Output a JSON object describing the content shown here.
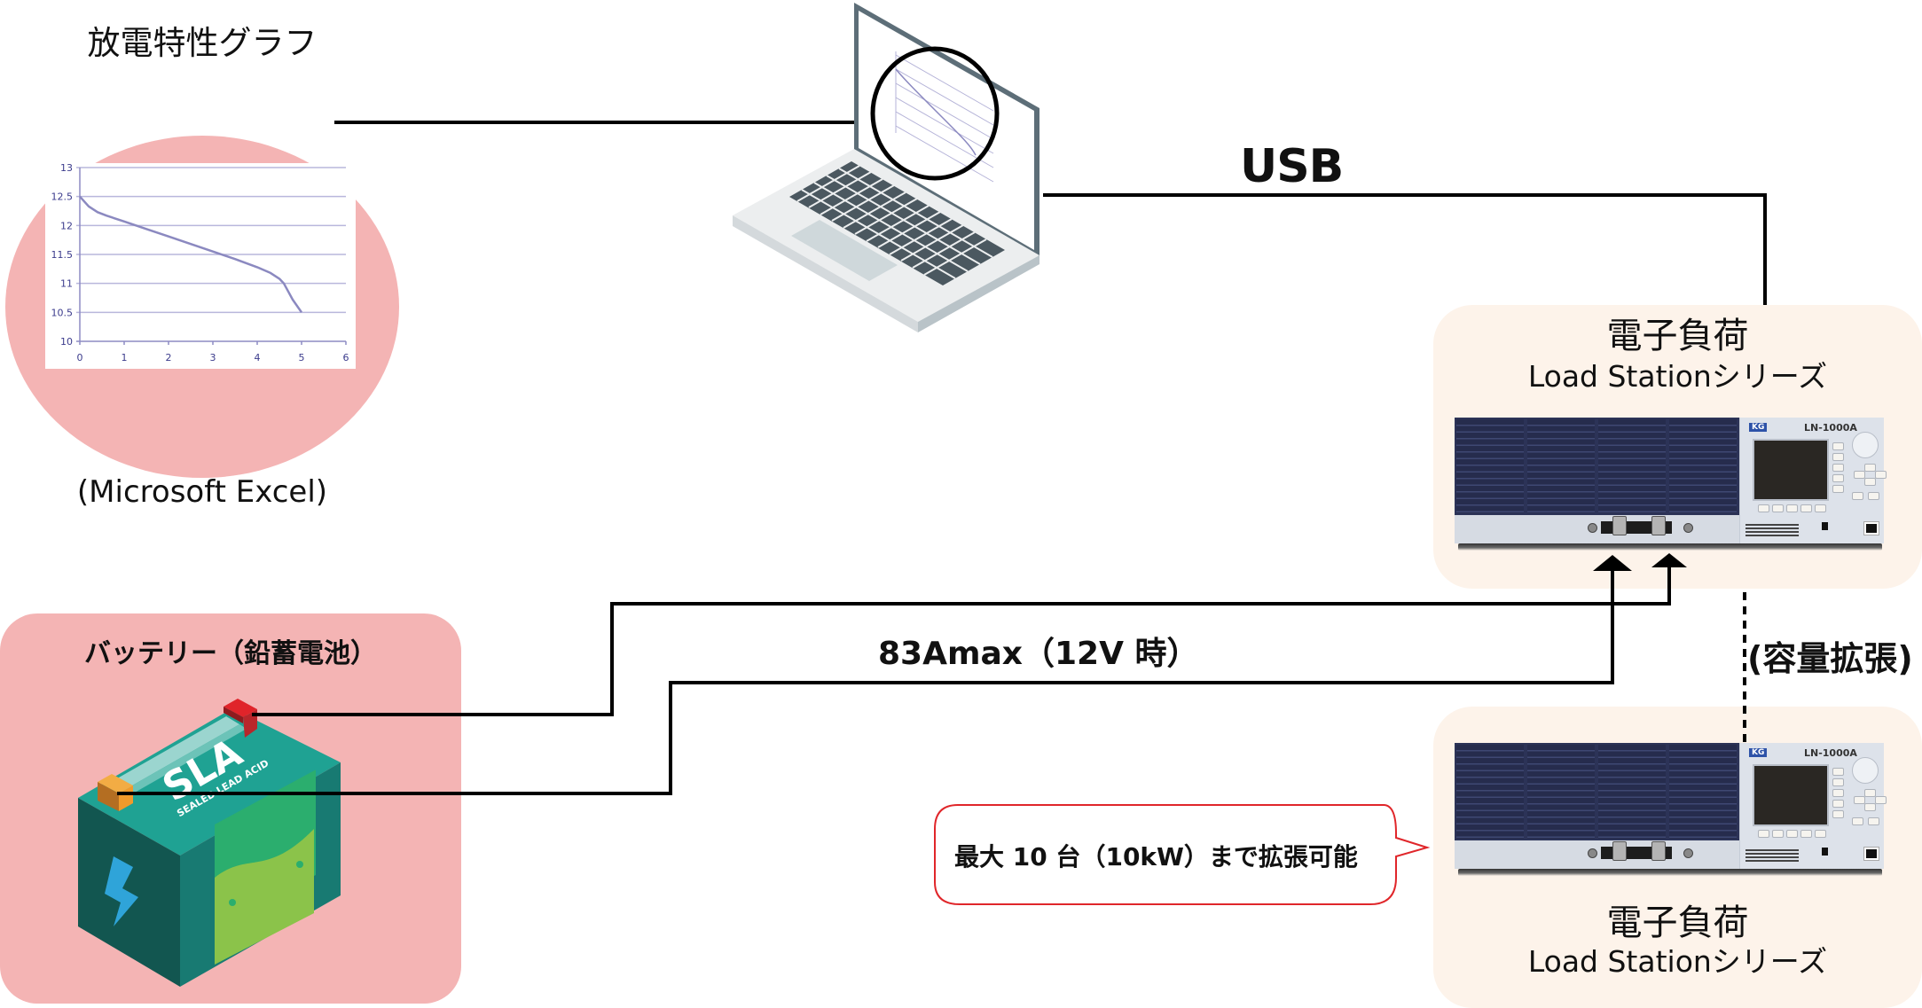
{
  "graph_panel": {
    "title": "放電特性グラフ",
    "caption": "(Microsoft Excel)",
    "background_color": "#f4b4b4"
  },
  "chart_data": {
    "type": "line",
    "title": "",
    "xlabel": "",
    "ylabel": "",
    "xlim": [
      0,
      6
    ],
    "ylim": [
      10,
      13
    ],
    "x_ticks": [
      "0",
      "1",
      "2",
      "3",
      "4",
      "5",
      "6"
    ],
    "y_ticks": [
      "10",
      "10.5",
      "11",
      "11.5",
      "12",
      "12.5",
      "13"
    ],
    "grid": "horizontal",
    "legend": "none",
    "line_color": "#8b89c0",
    "series": [
      {
        "name": "discharge",
        "x": [
          0,
          0.2,
          0.4,
          0.6,
          1.0,
          1.5,
          2.0,
          2.5,
          3.0,
          3.5,
          4.0,
          4.3,
          4.5,
          4.6,
          4.7,
          4.8,
          5.0
        ],
        "y": [
          12.5,
          12.33,
          12.23,
          12.17,
          12.07,
          11.94,
          11.81,
          11.68,
          11.55,
          11.42,
          11.28,
          11.18,
          11.08,
          11.0,
          10.86,
          10.72,
          10.5
        ]
      }
    ]
  },
  "connections": {
    "usb_label": "USB",
    "current_label": "83Amax（12V 時）",
    "expansion_label": "(容量拡張)"
  },
  "battery": {
    "title": "バッテリー（鉛蓄電池）",
    "badge_main": "SLA",
    "badge_sub": "SEALED LEAD ACID"
  },
  "load_station_top": {
    "name": "電子負荷",
    "series": "Load Stationシリーズ",
    "brand": "KG",
    "model": "LN-1000A"
  },
  "load_station_bottom": {
    "name": "電子負荷",
    "series": "Load Stationシリーズ",
    "brand": "KG",
    "model": "LN-1000A"
  },
  "callout": {
    "text": "最大 10 台（10kW）まで拡張可能",
    "border_color": "#e0262a"
  }
}
